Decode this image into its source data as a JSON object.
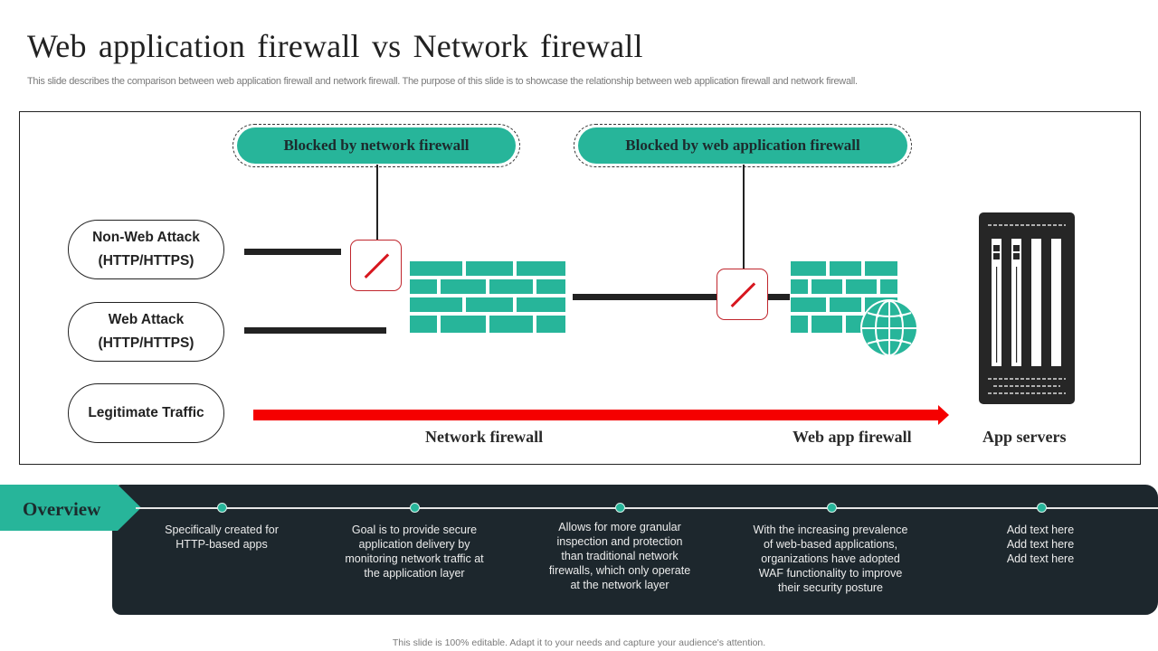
{
  "slide": {
    "title": "Web application  firewall vs Network firewall",
    "subtitle": "This slide describes the comparison between web application firewall and network firewall. The purpose of this slide is to showcase the relationship between web application firewall and network firewall.",
    "footer": "This slide is 100% editable.  Adapt it to your needs and capture your audience's attention."
  },
  "colors": {
    "accent": "#27b59a",
    "dark_panel": "#1d272d",
    "block_red": "#d7171f",
    "traffic_red": "#f50000",
    "server": "#262626"
  },
  "diagram": {
    "callouts": [
      {
        "label": "Blocked by network firewall"
      },
      {
        "label": "Blocked by web application firewall"
      }
    ],
    "sources": [
      {
        "line1": "Non-Web Attack",
        "line2": "(HTTP/HTTPS)"
      },
      {
        "line1": "Web Attack",
        "line2": "(HTTP/HTTPS)"
      },
      {
        "line1": "Legitimate Traffic"
      }
    ],
    "labels": {
      "network_firewall": "Network firewall",
      "web_app_firewall": "Web app firewall",
      "app_servers": "App servers"
    },
    "icons": {
      "block": "block-icon",
      "brick_wall": "firewall-icon",
      "globe": "globe-icon",
      "server": "server-rack-icon"
    }
  },
  "overview": {
    "label": "Overview",
    "items": [
      {
        "text": "Specifically created for\nHTTP-based  apps"
      },
      {
        "text": "Goal is to provide  secure\napplication delivery  by\nmonitoring network traffic at\nthe application layer"
      },
      {
        "text": "Allows for more granular\ninspection and protection\nthan traditional network\nfirewalls, which only operate\nat the network layer"
      },
      {
        "text": "With the increasing prevalence\nof web-based  applications,\norganizations have  adopted\nWAF functionality to improve\ntheir security posture"
      },
      {
        "text": "Add text here\nAdd text here\nAdd text here"
      }
    ]
  }
}
